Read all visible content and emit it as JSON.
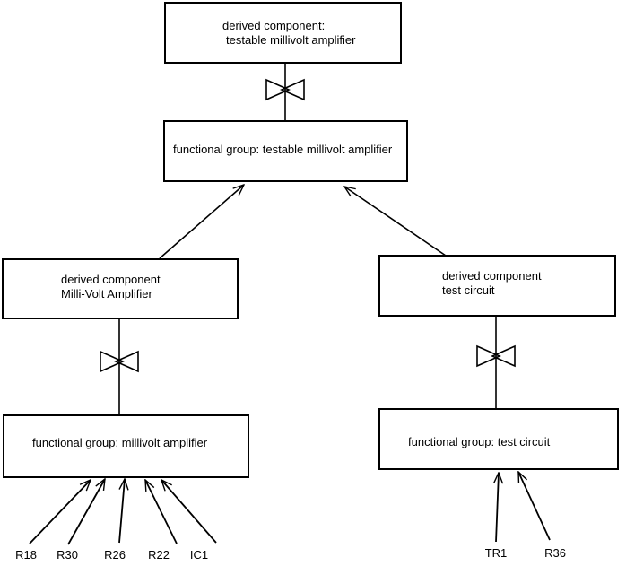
{
  "diagram": {
    "background_color": "#ffffff",
    "line_color": "#000000",
    "nodes": {
      "top_derived": {
        "line1": "derived component:",
        "line2": "testable millivolt amplifier"
      },
      "top_functional": {
        "label": "functional group: testable millivolt amplifier"
      },
      "left_derived": {
        "line1": "derived component",
        "line2": "Milli-Volt Amplifier"
      },
      "left_functional": {
        "label": "functional group: millivolt amplifier"
      },
      "right_derived": {
        "line1": "derived component",
        "line2": "test circuit"
      },
      "right_functional": {
        "label": "functional group: test circuit"
      }
    },
    "left_leaves": [
      "R18",
      "R30",
      "R26",
      "R22",
      "IC1"
    ],
    "right_leaves": [
      "TR1",
      "R36"
    ]
  }
}
